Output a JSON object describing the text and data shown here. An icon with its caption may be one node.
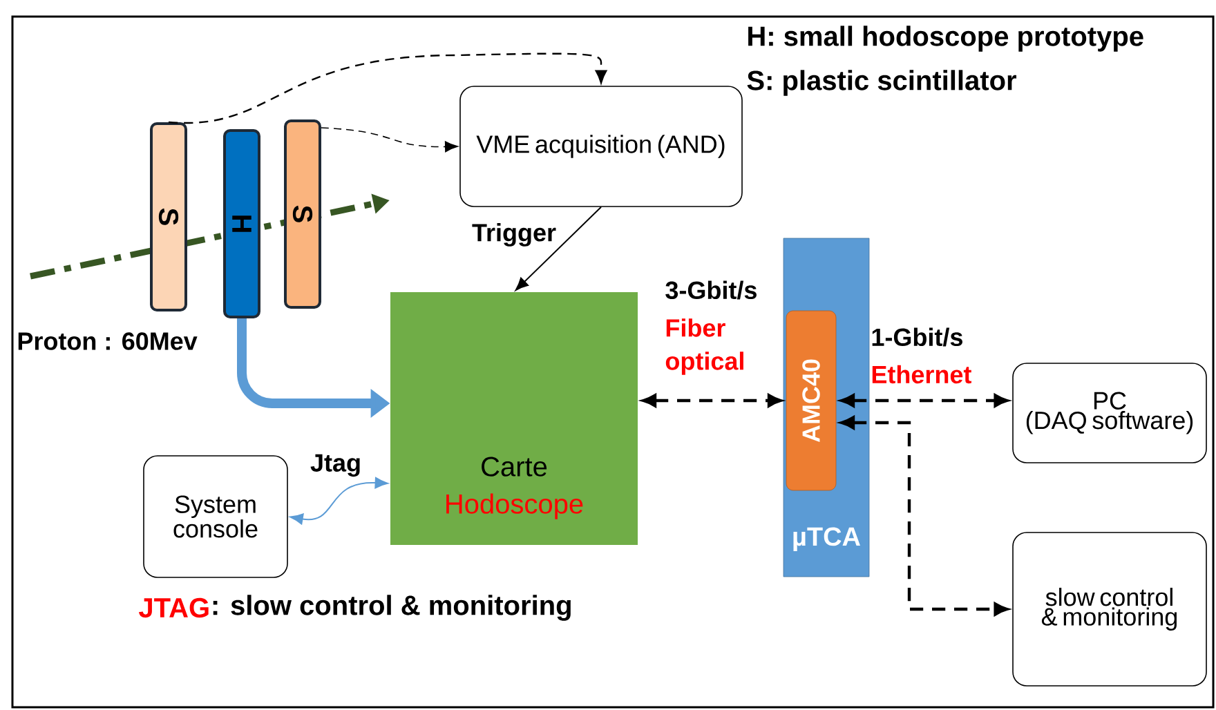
{
  "diagram": {
    "nodes": [
      {
        "text": [
          "S"
        ]
      },
      {
        "text": [
          "H"
        ]
      },
      {
        "text": [
          "S"
        ]
      },
      {
        "text": [
          "VME acquisition (AND)"
        ]
      },
      {
        "text": [
          "Carte",
          "Hodoscope"
        ]
      },
      {
        "text": [
          "µTCA"
        ]
      },
      {
        "text": [
          "AMC40"
        ],
        "in": 5
      },
      {
        "text": [
          "PC",
          "(DAQ software)"
        ]
      },
      {
        "text": [
          "slow control & monitoring"
        ]
      },
      {
        "text": [
          "System console"
        ]
      }
    ],
    "edges": [
      {
        "from": 0,
        "to": 3,
        "arrow": "to",
        "style": "dashed"
      },
      {
        "from": 2,
        "to": 3,
        "arrow": "to",
        "style": "dashed"
      },
      {
        "from": 3,
        "to": 4,
        "arrow": "to",
        "label": "Trigger"
      },
      {
        "from": 1,
        "to": 4,
        "arrow": "to",
        "style": "thick",
        "color": "#5b9bd5"
      },
      {
        "from": 4,
        "to": 6,
        "arrow": "both",
        "style": "dashed"
      },
      {
        "from": 6,
        "to": 7,
        "arrow": "both",
        "style": "dashed"
      },
      {
        "from": 6,
        "to": 8,
        "arrow": "both",
        "style": "dashed"
      },
      {
        "from": 9,
        "to": 4,
        "arrow": "both",
        "label": "Jtag",
        "color": "#5b9bd5"
      }
    ],
    "labels": [
      "H: small hodoscope prototype",
      "S: plastic scintillator",
      "Proton : 60Mev",
      "3-Gbit/s",
      "Fiber optical",
      "1-Gbit/s",
      "Ethernet",
      "JTAG",
      ": slow control & monitoring"
    ]
  }
}
